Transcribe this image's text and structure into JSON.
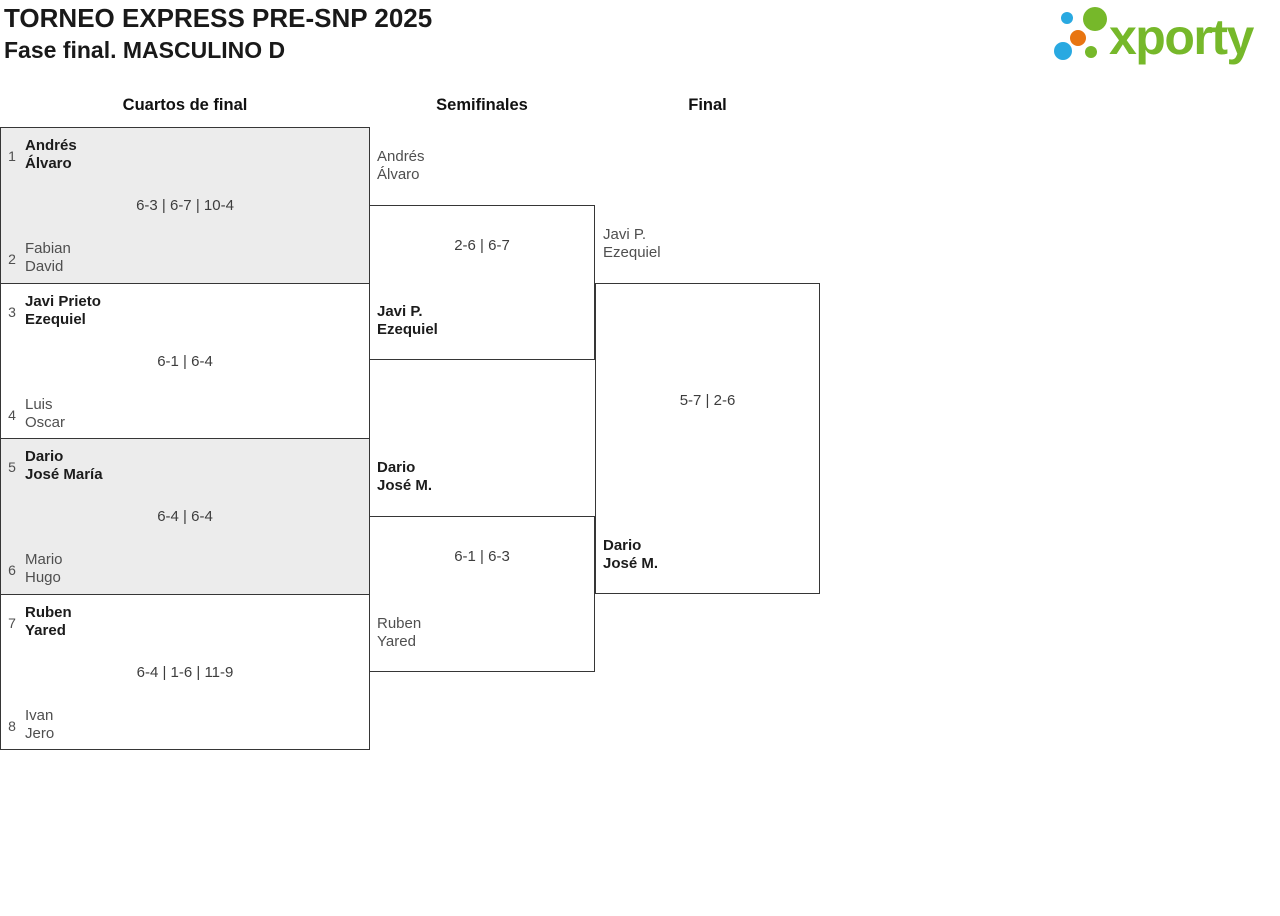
{
  "header": {
    "title": "TORNEO EXPRESS PRE-SNP 2025",
    "subtitle": "Fase final. MASCULINO D"
  },
  "logo": {
    "brand": "xporty",
    "green": "#76b82a",
    "blue": "#29a9e1",
    "orange": "#e87511"
  },
  "round_headers": {
    "quarterfinals": "Cuartos de final",
    "semifinals": "Semifinales",
    "final": "Final"
  },
  "matches": {
    "qf1": {
      "seed1": "1",
      "team1_line1": "Andrés",
      "team1_line2": "Álvaro",
      "score": "6-3 | 6-7 | 10-4",
      "seed2": "2",
      "team2_line1": "Fabian",
      "team2_line2": "David"
    },
    "qf2": {
      "seed1": "3",
      "team1_line1": "Javi Prieto",
      "team1_line2": "Ezequiel",
      "score": "6-1 | 6-4",
      "seed2": "4",
      "team2_line1": "Luis",
      "team2_line2": "Oscar"
    },
    "qf3": {
      "seed1": "5",
      "team1_line1": "Dario",
      "team1_line2": "José María",
      "score": "6-4 | 6-4",
      "seed2": "6",
      "team2_line1": "Mario",
      "team2_line2": "Hugo"
    },
    "qf4": {
      "seed1": "7",
      "team1_line1": "Ruben",
      "team1_line2": "Yared",
      "score": "6-4 | 1-6 | 11-9",
      "seed2": "8",
      "team2_line1": "Ivan",
      "team2_line2": "Jero"
    },
    "sf1": {
      "team1_line1": "Andrés",
      "team1_line2": "Álvaro",
      "score": "2-6 | 6-7",
      "team2_line1": "Javi P.",
      "team2_line2": "Ezequiel"
    },
    "sf2": {
      "team1_line1": "Dario",
      "team1_line2": "José M.",
      "score": "6-1 | 6-3",
      "team2_line1": "Ruben",
      "team2_line2": "Yared"
    },
    "final": {
      "team1_line1": "Javi P.",
      "team1_line2": "Ezequiel",
      "score": "5-7 | 2-6",
      "team2_line1": "Dario",
      "team2_line2": "José M."
    }
  }
}
